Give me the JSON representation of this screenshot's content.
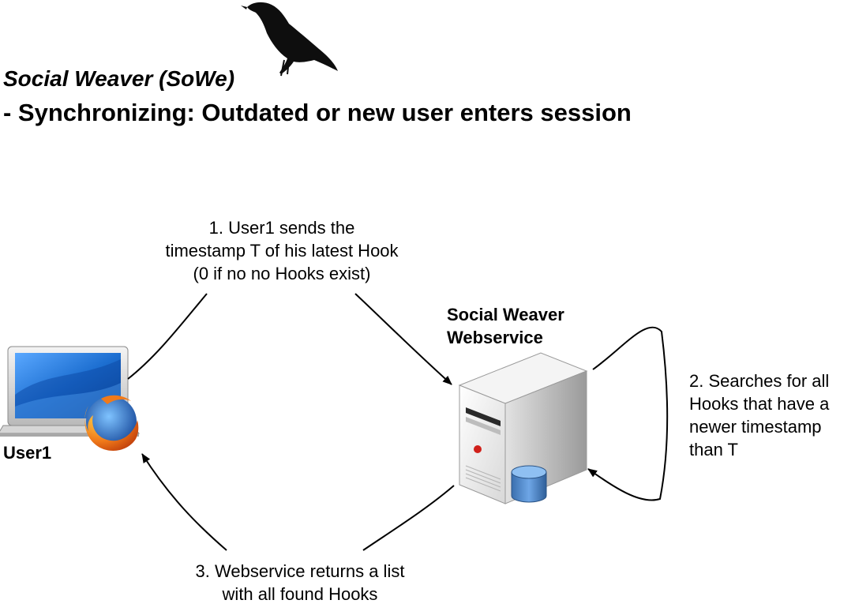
{
  "header": {
    "title": "Social Weaver (SoWe)",
    "subtitle": "- Synchronizing: Outdated or new user enters session"
  },
  "nodes": {
    "client": {
      "label": "User1",
      "icon": "laptop-firefox-icon"
    },
    "server": {
      "label_line1": "Social Weaver",
      "label_line2": "Webservice",
      "icon": "server-database-icon"
    }
  },
  "steps": {
    "step1": {
      "line1": "1. User1 sends the",
      "line2": "timestamp T of his latest Hook",
      "line3": "(0 if no no Hooks exist)"
    },
    "step2": {
      "line1": "2. Searches for all",
      "line2": "Hooks that have a",
      "line3": "newer timestamp",
      "line4": "than T"
    },
    "step3": {
      "line1": "3. Webservice returns a list",
      "line2": "with all found Hooks"
    }
  },
  "decoration": {
    "logo": "raven-icon"
  },
  "colors": {
    "text": "#000000",
    "db_blue": "#4f86c6",
    "server_red": "#d0201a",
    "screen_blue": "#1d6fd1",
    "firefox_orange": "#e8731c"
  }
}
